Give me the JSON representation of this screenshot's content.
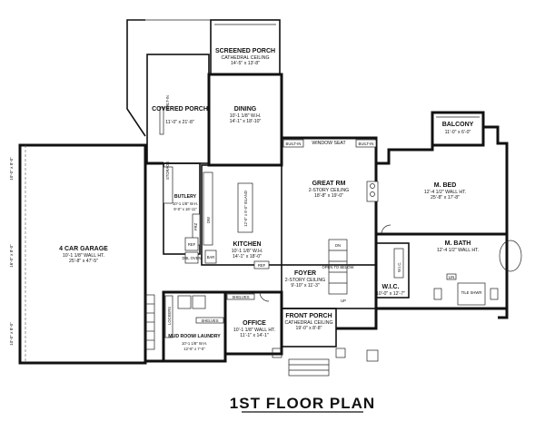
{
  "title": "1ST FLOOR PLAN",
  "rooms": {
    "screened_porch": {
      "name": "SCREENED PORCH",
      "ceiling": "CATHEDRAL CEILING",
      "size": "14'-5\" x 13'-8\""
    },
    "covered_porch": {
      "name": "COVERED PORCH",
      "size": "11'-0\" x 21'-8\""
    },
    "dining": {
      "name": "DINING",
      "wall": "10'-1 1/8\" W.H.",
      "size": "14'-1\" x 18'-10\""
    },
    "balcony": {
      "name": "BALCONY",
      "size": "11'-0\" x 6'-0\""
    },
    "window_seat": {
      "name": "WINDOW SEAT",
      "built_in_left": "BUILT-IN",
      "built_in_right": "BUILT-IN"
    },
    "great_rm": {
      "name": "GREAT RM",
      "ceiling": "2-STORY CEILING",
      "size": "18'-8\" x 19'-0\""
    },
    "m_bed": {
      "name": "M. BED",
      "wall": "12'-4 1/2\" WALL HT.",
      "size": "25'-8\" x 17'-8\""
    },
    "garage": {
      "name": "4 CAR GARAGE",
      "wall": "10'-1 1/8\" WALL HT.",
      "size": "25'-8\" x 47'-5\""
    },
    "butlery": {
      "name": "BUTLERY",
      "wall": "10'-1 1/8\" W.H.",
      "size": "9'-0\" x 16'-11\""
    },
    "kitchen": {
      "name": "KITCHEN",
      "wall": "10'-1 1/8\" W.H.",
      "size": "14'-1\" x 18'-0\""
    },
    "island": {
      "name": "12'-0\" x 5'-0\" ISLAND"
    },
    "m_bath": {
      "name": "M. BATH",
      "wall": "12'-4 1/2\" WALL HT."
    },
    "wic": {
      "name": "W.I.C.",
      "size": "10'-0\" x 12'-7\""
    },
    "foyer": {
      "name": "FOYER",
      "ceiling": "2-STORY CEILING",
      "size": "9'-10\" x 11'-3\""
    },
    "mud_room": {
      "name": "MUD ROOM/ LAUNDRY",
      "wall": "10'-1 1/8\" W.H.",
      "size": "12'-6\" x 7'-0\""
    },
    "office": {
      "name": "OFFICE",
      "wall": "10'-1 1/8\" WALL HT.",
      "size": "11'-1\" x 14'-1\""
    },
    "front_porch": {
      "name": "FRONT PORCH",
      "ceiling": "CATHEDRAL CEILING",
      "size": "19'-0\" x 8'-8\""
    }
  },
  "labels": {
    "built_in": "BUILT-IN",
    "shelves": "SHELVES",
    "shelves_2": "SHELVES",
    "lockers": "LOCKERS",
    "ref": "REF",
    "ref_2": "REF",
    "frz": "FRZ",
    "dw": "DW",
    "dn": "DN",
    "up": "UP",
    "tile_shwr": "TILE SHWR",
    "lin": "LIN",
    "open_to_below": "OPEN TO BELOW",
    "dbl_oven": "DBL OVEN",
    "pantry_bar": "BAR",
    "storage": "STORAGE",
    "wic_label": "W.I.C."
  },
  "garage_doors": {
    "door1": "10'-0\" x 8'-0\"",
    "door2": "16'-0\" x 8'-0\"",
    "door3": "10'-0\" x 8'-0\""
  }
}
